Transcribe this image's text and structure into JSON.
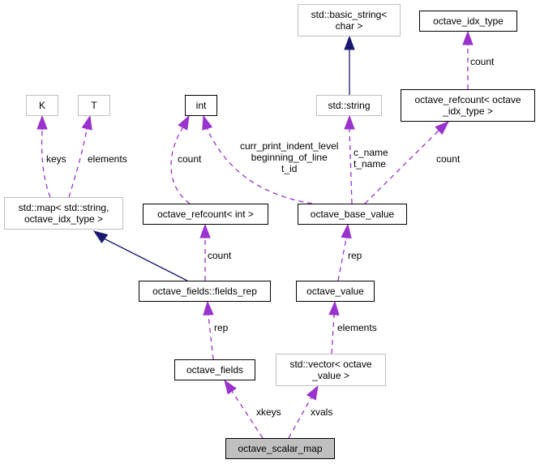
{
  "diagram": {
    "type": "collaboration-graph",
    "nodes": [
      {
        "id": "K",
        "label": "K",
        "style": "external"
      },
      {
        "id": "T",
        "label": "T",
        "style": "external"
      },
      {
        "id": "int",
        "label": "int",
        "style": "documented"
      },
      {
        "id": "basic_string",
        "label": "std::basic_string<\nchar >",
        "style": "external"
      },
      {
        "id": "octave_idx_type",
        "label": "octave_idx_type",
        "style": "documented"
      },
      {
        "id": "std_string",
        "label": "std::string",
        "style": "external"
      },
      {
        "id": "refcount_idx",
        "label": "octave_refcount< octave\n_idx_type >",
        "style": "documented"
      },
      {
        "id": "std_map",
        "label": "std::map< std::string,\noctave_idx_type >",
        "style": "external"
      },
      {
        "id": "refcount_int",
        "label": "octave_refcount< int >",
        "style": "documented"
      },
      {
        "id": "base_value",
        "label": "octave_base_value",
        "style": "documented"
      },
      {
        "id": "fields_rep",
        "label": "octave_fields::fields_rep",
        "style": "documented"
      },
      {
        "id": "octave_value",
        "label": "octave_value",
        "style": "documented"
      },
      {
        "id": "octave_fields",
        "label": "octave_fields",
        "style": "documented"
      },
      {
        "id": "std_vector",
        "label": "std::vector< octave\n_value >",
        "style": "external"
      },
      {
        "id": "scalar_map",
        "label": "octave_scalar_map",
        "style": "focus"
      }
    ],
    "edges": [
      {
        "from": "std_map",
        "to": "K",
        "kind": "usage",
        "label": "keys"
      },
      {
        "from": "std_map",
        "to": "T",
        "kind": "usage",
        "label": "elements"
      },
      {
        "from": "refcount_int",
        "to": "int",
        "kind": "usage",
        "label": "count"
      },
      {
        "from": "base_value",
        "to": "int",
        "kind": "usage",
        "label": "curr_print_indent_level\nbeginning_of_line\nt_id"
      },
      {
        "from": "std_string",
        "to": "basic_string",
        "kind": "inheritance",
        "label": ""
      },
      {
        "from": "base_value",
        "to": "std_string",
        "kind": "usage",
        "label": "c_name\nt_name"
      },
      {
        "from": "refcount_idx",
        "to": "octave_idx_type",
        "kind": "usage",
        "label": "count"
      },
      {
        "from": "base_value",
        "to": "refcount_idx",
        "kind": "usage",
        "label": "count"
      },
      {
        "from": "fields_rep",
        "to": "std_map",
        "kind": "inheritance",
        "label": ""
      },
      {
        "from": "fields_rep",
        "to": "refcount_int",
        "kind": "usage",
        "label": "count"
      },
      {
        "from": "octave_value",
        "to": "base_value",
        "kind": "usage",
        "label": "rep"
      },
      {
        "from": "octave_fields",
        "to": "fields_rep",
        "kind": "usage",
        "label": "rep"
      },
      {
        "from": "std_vector",
        "to": "octave_value",
        "kind": "usage",
        "label": "elements"
      },
      {
        "from": "scalar_map",
        "to": "octave_fields",
        "kind": "usage",
        "label": "xkeys"
      },
      {
        "from": "scalar_map",
        "to": "std_vector",
        "kind": "usage",
        "label": "xvals"
      }
    ],
    "colors": {
      "usage_edge": "#9a32cd",
      "inheritance_edge": "#191970",
      "documented_border": "#000000",
      "external_border": "#bfbfbf",
      "focus_fill": "#bfbfbf"
    }
  }
}
